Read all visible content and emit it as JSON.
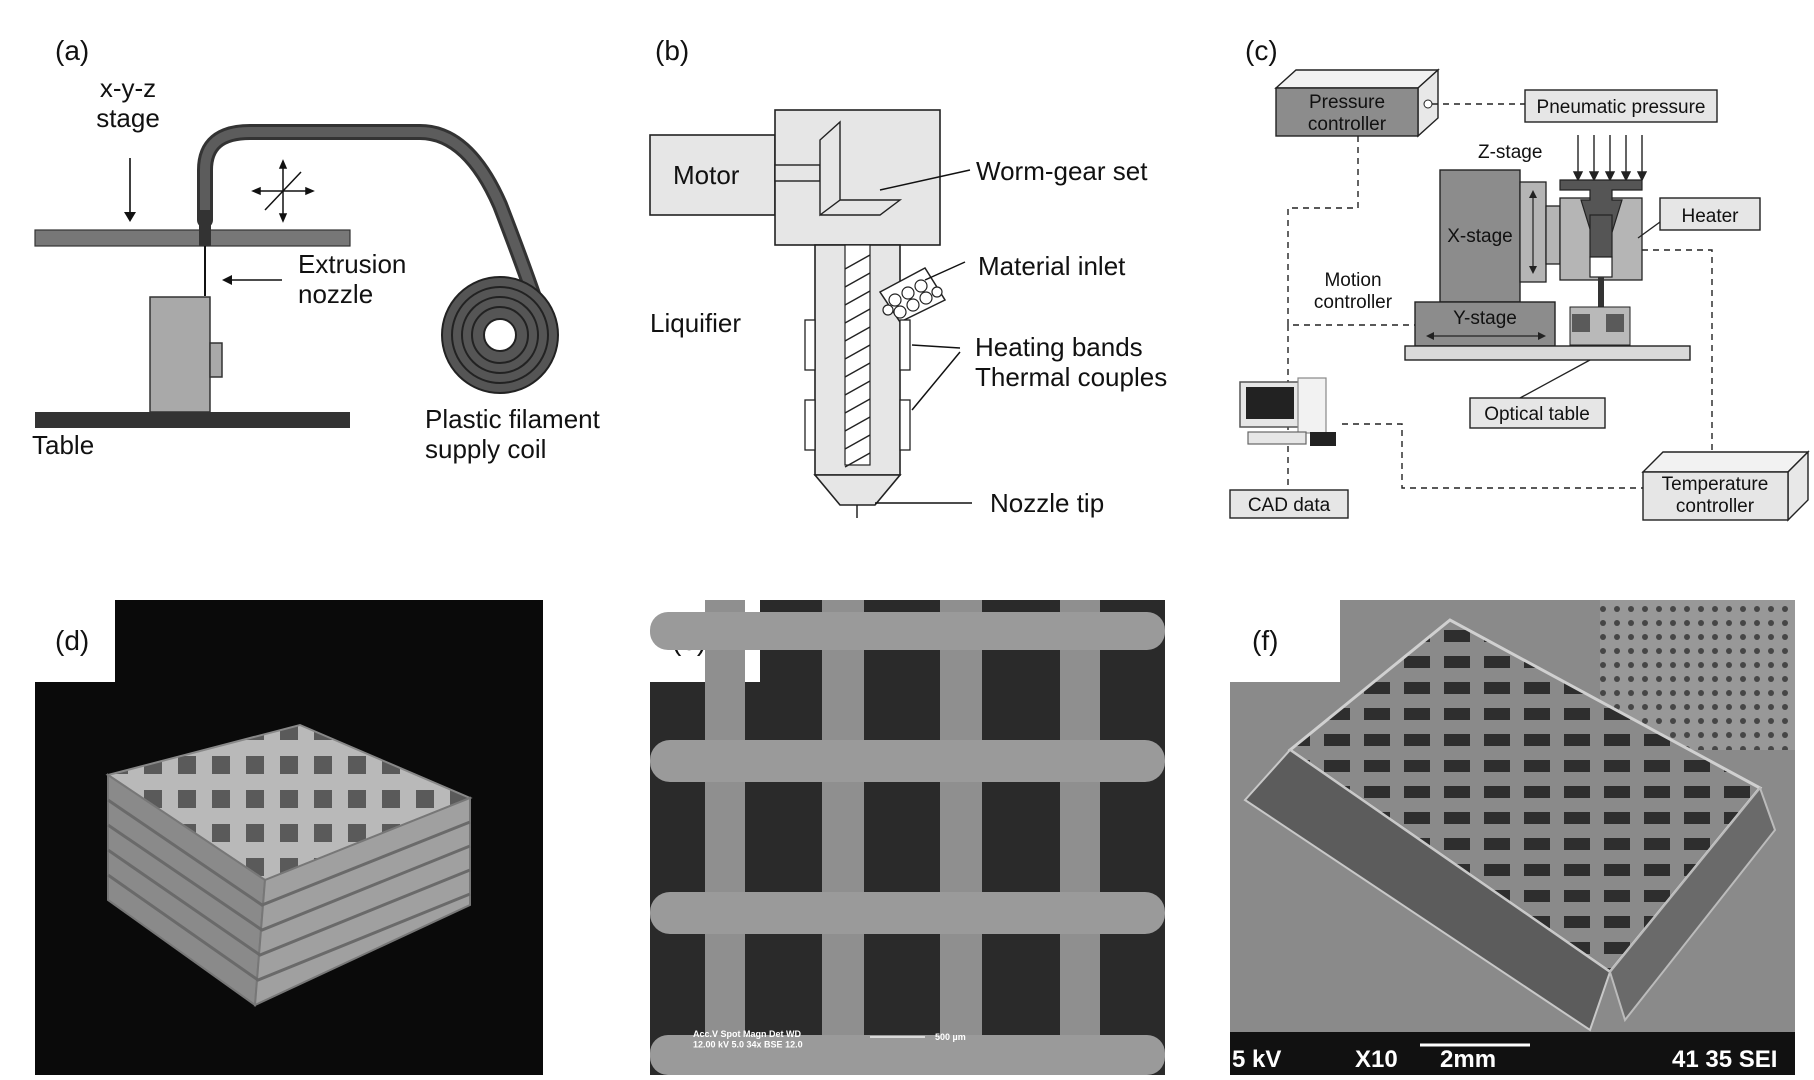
{
  "panels": {
    "a": {
      "letter": "(a)",
      "stage": "x-y-z\nstage",
      "nozzle": "Extrusion\nnozzle",
      "table": "Table",
      "coil": "Plastic filament\nsupply coil"
    },
    "b": {
      "letter": "(b)",
      "motor": "Motor",
      "worm": "Worm-gear set",
      "inlet": "Material inlet",
      "liquifier": "Liquifier",
      "heating": "Heating bands\nThermal couples",
      "tip": "Nozzle tip"
    },
    "c": {
      "letter": "(c)",
      "pressure_controller": "Pressure\ncontroller",
      "pneumatic": "Pneumatic pressure",
      "zstage": "Z-stage",
      "xstage": "X-stage",
      "heater": "Heater",
      "motion": "Motion\ncontroller",
      "ystage": "Y-stage",
      "optical": "Optical table",
      "cad": "CAD data",
      "temperature": "Temperature\ncontroller"
    },
    "d": {
      "letter": "(d)"
    },
    "e": {
      "letter": "(e)",
      "databar": "Acc.V   Spot  Magn  Det   WD\n12.00 kV  5.0   34x   BSE  12.0",
      "scale": "500 µm"
    },
    "f": {
      "letter": "(f)",
      "kv": "5 kV",
      "mag": "X10",
      "scale": "2mm",
      "code": "41 35 SEI"
    }
  },
  "colors": {
    "dark_gray": "#555555",
    "mid_gray": "#8c8c8c",
    "light_gray": "#d9d9d9",
    "photo_black": "#0a0a0a"
  }
}
